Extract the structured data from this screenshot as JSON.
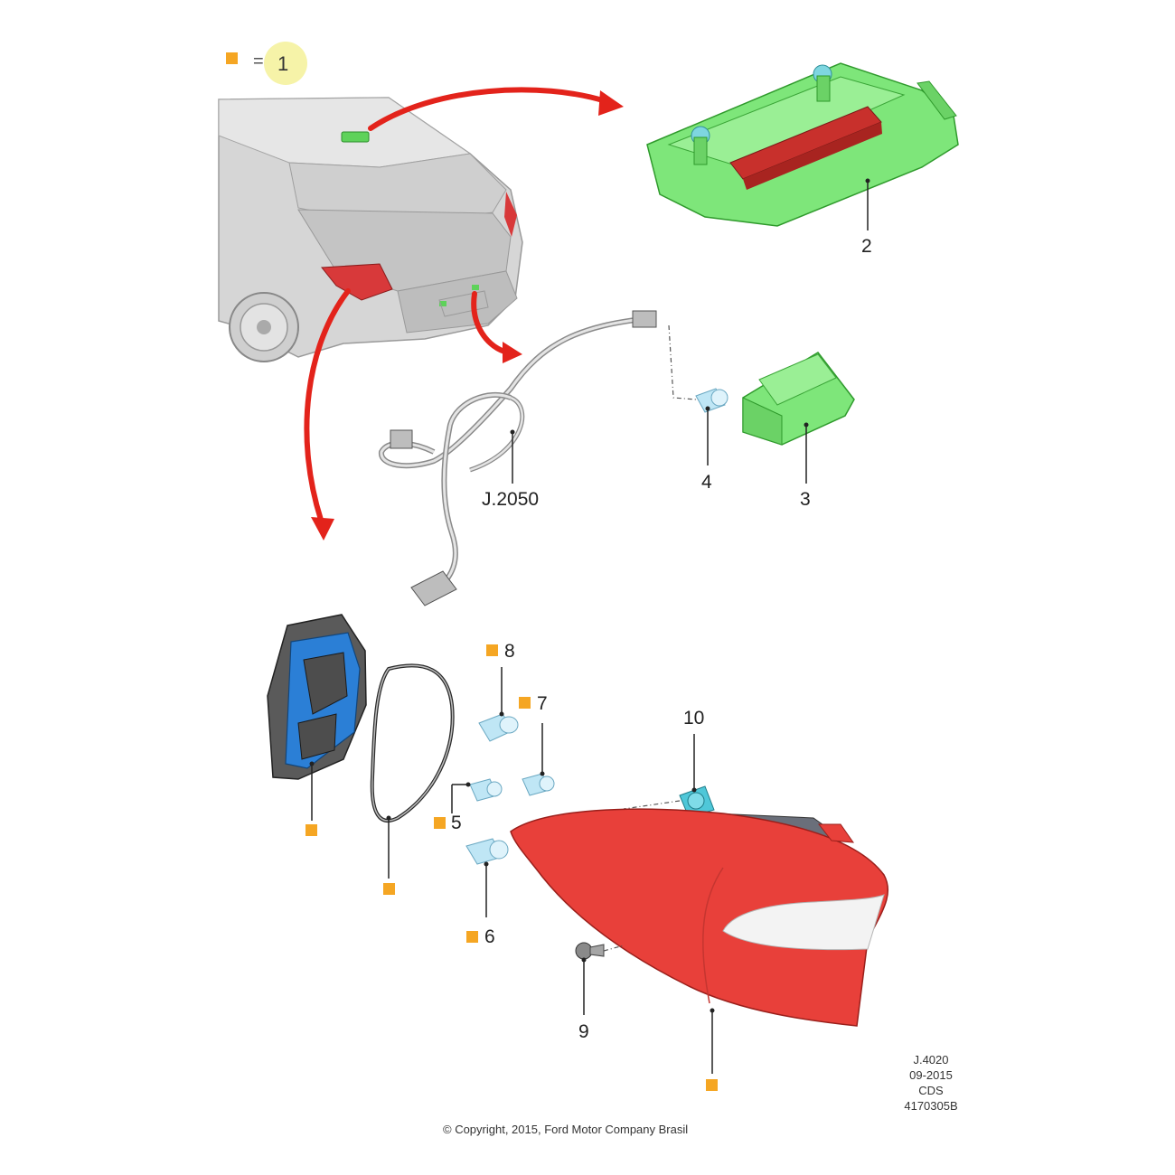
{
  "legend": {
    "equals": "=",
    "number": "1"
  },
  "labels": {
    "l2": "2",
    "l3": "3",
    "l4": "4",
    "l5": "5",
    "l6": "6",
    "l7": "7",
    "l8": "8",
    "l9": "9",
    "l10": "10",
    "harness": "J.2050"
  },
  "stamp": {
    "line1": "J.4020",
    "line2": "09-2015",
    "line3": "CDS",
    "line4": "4170305B"
  },
  "copyright": "© Copyright, 2015, Ford Motor Company Brasil",
  "colors": {
    "marker": "#f5a623",
    "highlight": "#7ee67a",
    "lamp_red": "#e8403a",
    "arrow_red": "#e3231b",
    "blue": "#2b7fd6",
    "bulb": "#bfe6f5"
  }
}
